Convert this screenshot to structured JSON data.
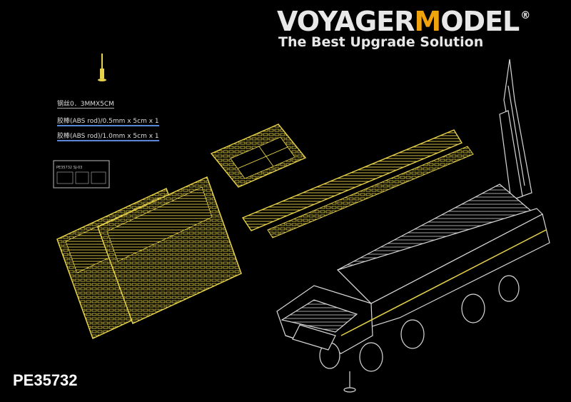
{
  "brand": {
    "name_part1": "VOYAGER",
    "name_m": "M",
    "name_part2": "ODEL",
    "registered": "®",
    "tagline": "The Best Upgrade Solution",
    "accent_color": "#f2a20c"
  },
  "parts_notes": [
    "钢丝0．3MMX5CM",
    "胶棒(ABS rod)/0.5mm x 5cm x 1",
    "胶棒(ABS rod)/1.0mm x 5cm x 1"
  ],
  "fret_label": "PE35732 SJ-03",
  "product_code": "PE35732",
  "colors": {
    "background": "#000000",
    "brass": "#e8d24a",
    "line_art": "#d8d8d8"
  }
}
